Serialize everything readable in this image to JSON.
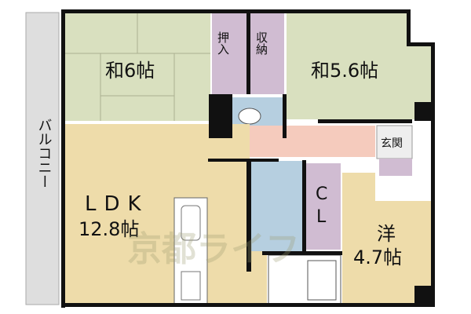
{
  "rooms": {
    "washitsu6": {
      "label": "和6帖",
      "color": "#d9e0bf"
    },
    "washitsu56": {
      "label": "和5.6帖",
      "color": "#d9e0bf"
    },
    "oshiire": {
      "label": "押入",
      "color": "#d0bcd2"
    },
    "shuno": {
      "label": "収納",
      "color": "#d0bcd2"
    },
    "ldk": {
      "label1": "LDK",
      "label2": "12.8帖",
      "color": "#eedcaa"
    },
    "closet": {
      "label1": "C",
      "label2": "L",
      "color": "#d0bcd2"
    },
    "yoshitsu": {
      "label1": "洋",
      "label2": "4.7帖",
      "color": "#eedcaa"
    },
    "genkan": {
      "label": "玄関"
    },
    "hallway": {
      "color": "#f5cbbd"
    },
    "wet_area": {
      "color": "#b6cfe0"
    },
    "balcony": {
      "label": "バルコニー",
      "color": "#dedede"
    }
  },
  "watermark": "京都ライフ"
}
